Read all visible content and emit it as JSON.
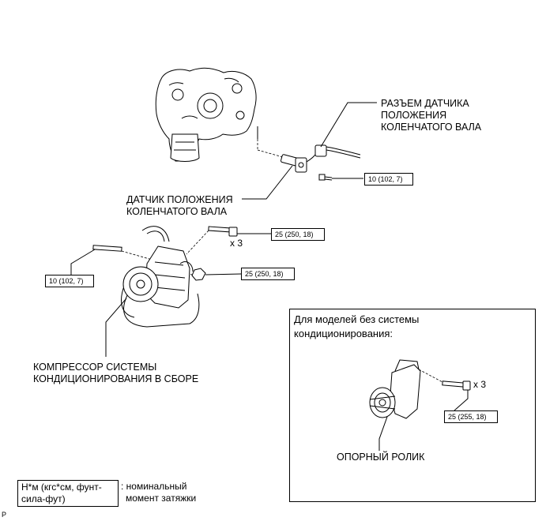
{
  "labels": {
    "crank_connector": [
      "РАЗЪЕМ ДАТЧИКА",
      "ПОЛОЖЕНИЯ",
      "КОЛЕНЧАТОГО ВАЛА"
    ],
    "crank_sensor": [
      "ДАТЧИК ПОЛОЖЕНИЯ",
      "КОЛЕНЧАТОГО ВАЛА"
    ],
    "compressor": [
      "КОМПРЕССОР СИСТЕМЫ",
      "КОНДИЦИОНИРОВАНИЯ В СБОРЕ"
    ],
    "idler_pulley": "ОПОРНЫЙ РОЛИК"
  },
  "torques": {
    "sensor_bolt": "10 (102, 7)",
    "compressor_bolts": "25 (250, 18)",
    "compressor_nut": "25 (250, 18)",
    "stud": "10 (102, 7)",
    "idler_bolts": "25 (255, 18)"
  },
  "multipliers": {
    "compressor_bolts": "x 3",
    "idler_bolts": "x 3"
  },
  "inset": {
    "title": [
      "Для моделей без системы",
      "кондиционирования:"
    ]
  },
  "legend": {
    "unit": [
      "Н*м (кгс*см, фунт-",
      "сила-фут)"
    ],
    "description": [
      ": номинальный",
      "момент затяжки"
    ]
  },
  "corner_mark": "P"
}
